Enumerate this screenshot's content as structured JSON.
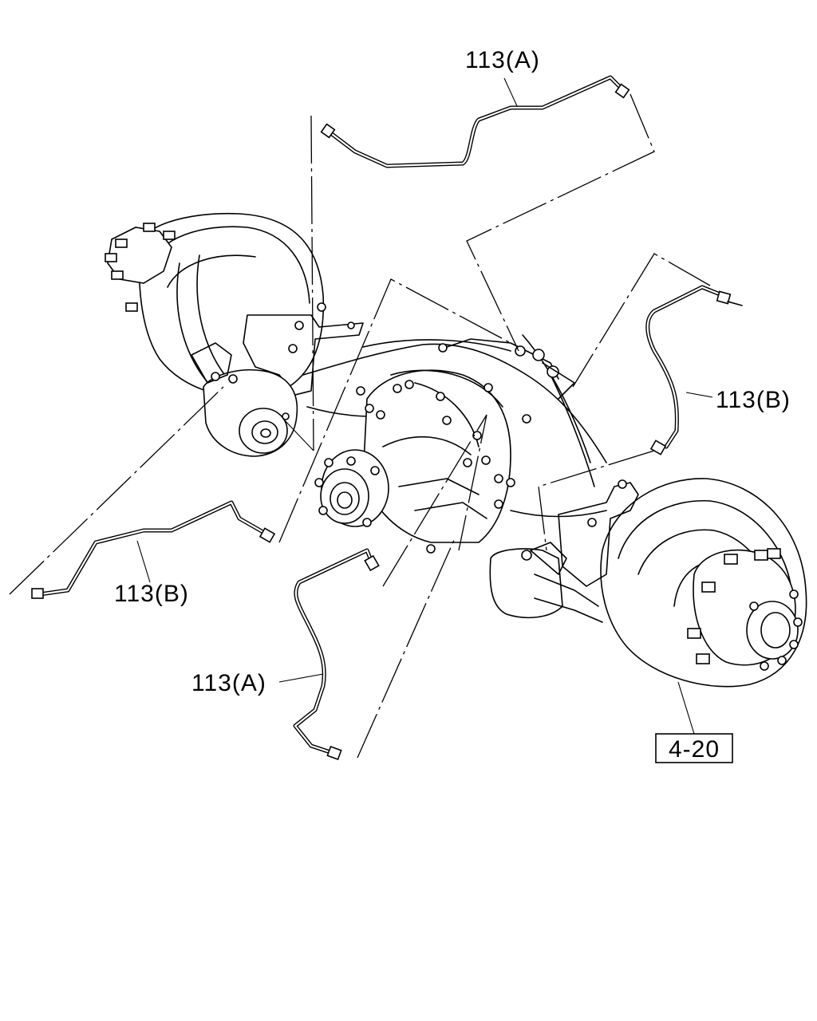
{
  "labels": {
    "pipe_a_top": "113(A)",
    "pipe_b_right": "113(B)",
    "pipe_b_left": "113(B)",
    "pipe_a_bottom": "113(A)",
    "ref_box": "4-20"
  }
}
